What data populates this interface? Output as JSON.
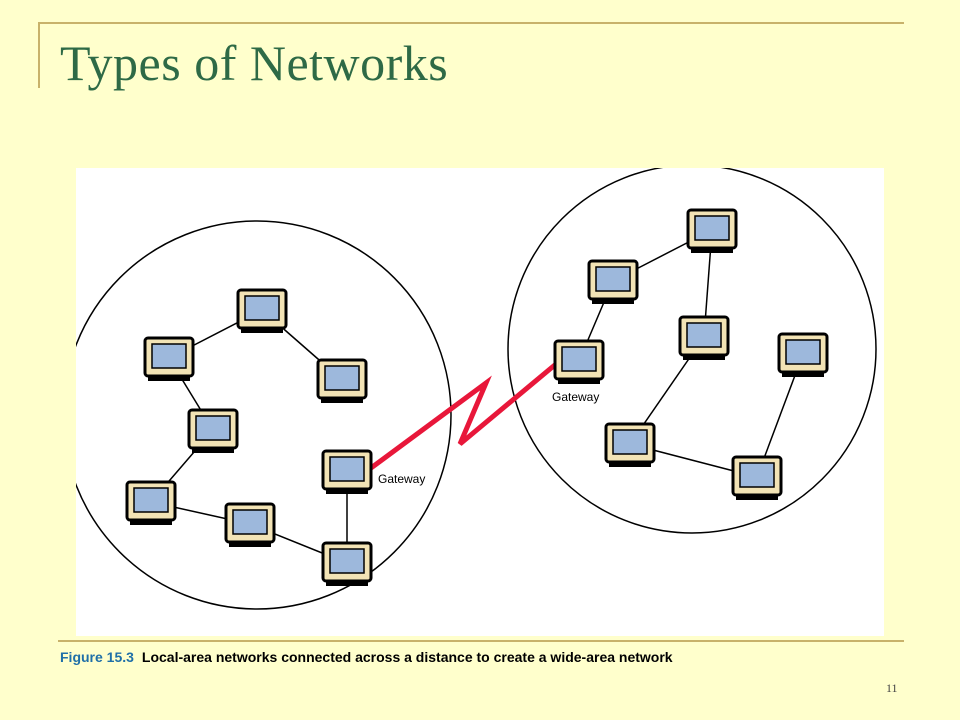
{
  "slide": {
    "title": "Types of Networks",
    "page_number": "11"
  },
  "figure": {
    "figure_label": "Figure 15.3",
    "caption_text": "Local-area networks connected across a distance to create a wide-area network",
    "left_gateway_label": "Gateway",
    "right_gateway_label": "Gateway"
  },
  "colors": {
    "background": "#FFFFCC",
    "title": "#2E6A46",
    "figure_label": "#1F6FA8",
    "wan_link": "#E8173A",
    "monitor_screen": "#9DB8DC",
    "monitor_bezel": "#F2E3B5"
  }
}
